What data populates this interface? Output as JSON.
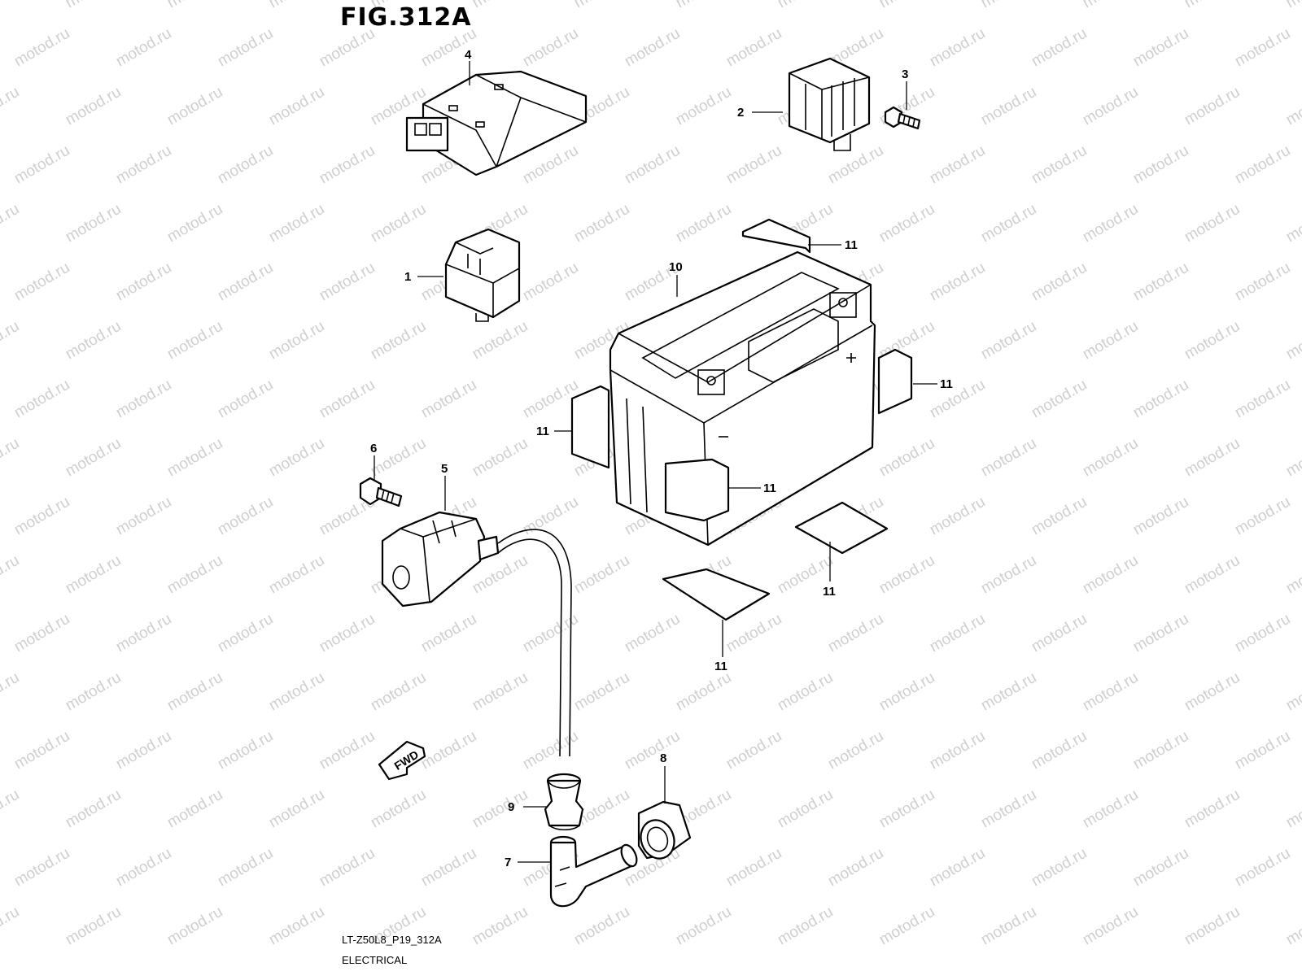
{
  "figure": {
    "title": "FIG.312A",
    "code": "LT-Z50L8_P19_312A",
    "section": "ELECTRICAL"
  },
  "watermark": "motod.ru",
  "direction_arrow": {
    "label": "FWD",
    "icon": "forward-arrow-icon"
  },
  "callouts": {
    "c1": "1",
    "c2": "2",
    "c3": "3",
    "c4": "4",
    "c5": "5",
    "c6": "6",
    "c7": "7",
    "c8": "8",
    "c9": "9",
    "c10": "10",
    "c11a": "11",
    "c11b": "11",
    "c11c": "11",
    "c11d": "11",
    "c11e": "11",
    "c11f": "11"
  },
  "colors": {
    "line": "#000000",
    "watermark": "#cfcfcf",
    "background": "#ffffff"
  }
}
